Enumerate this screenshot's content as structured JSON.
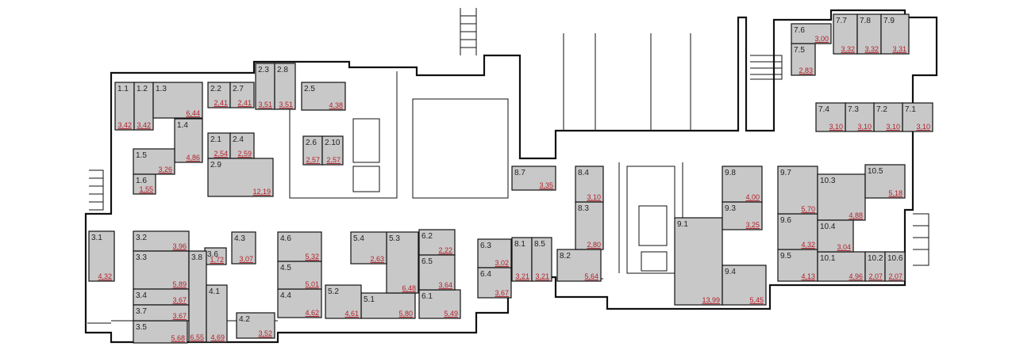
{
  "colors": {
    "room_fill": "#c8c8c8",
    "wall": "#111111",
    "area_text": "#b3202a",
    "label_text": "#222222"
  },
  "rooms": [
    {
      "id": "1.1",
      "area": "3,42"
    },
    {
      "id": "1.2",
      "area": "3,42"
    },
    {
      "id": "1.3",
      "area": "6,44"
    },
    {
      "id": "1.4",
      "area": "4,86"
    },
    {
      "id": "1.5",
      "area": "3,26"
    },
    {
      "id": "1.6",
      "area": "1,55"
    },
    {
      "id": "2.1",
      "area": "2,54"
    },
    {
      "id": "2.2",
      "area": "2,41"
    },
    {
      "id": "2.3",
      "area": "3,51"
    },
    {
      "id": "2.4",
      "area": "2,59"
    },
    {
      "id": "2.5",
      "area": "4,38"
    },
    {
      "id": "2.6",
      "area": "2,57"
    },
    {
      "id": "2.7",
      "area": "2,41"
    },
    {
      "id": "2.8",
      "area": "3,51"
    },
    {
      "id": "2.9",
      "area": "12,19"
    },
    {
      "id": "2.10",
      "area": "2,57"
    },
    {
      "id": "3.1",
      "area": "4,32"
    },
    {
      "id": "3.2",
      "area": "3,96"
    },
    {
      "id": "3.3",
      "area": "5,89"
    },
    {
      "id": "3.4",
      "area": "3,67"
    },
    {
      "id": "3.5",
      "area": "5,68"
    },
    {
      "id": "3.6",
      "area": "1,72"
    },
    {
      "id": "3.7",
      "area": "3,67"
    },
    {
      "id": "3.8",
      "area": "6,55"
    },
    {
      "id": "4.1",
      "area": "4,69"
    },
    {
      "id": "4.2",
      "area": "3,52"
    },
    {
      "id": "4.3",
      "area": "3,07"
    },
    {
      "id": "4.4",
      "area": "4,62"
    },
    {
      "id": "4.5",
      "area": "5,01"
    },
    {
      "id": "4.6",
      "area": "5,32"
    },
    {
      "id": "5.1",
      "area": "5,80"
    },
    {
      "id": "5.2",
      "area": "4,61"
    },
    {
      "id": "5.3",
      "area": "6,48"
    },
    {
      "id": "5.4",
      "area": "2,63"
    },
    {
      "id": "6.1",
      "area": "5,49"
    },
    {
      "id": "6.2",
      "area": "2,22"
    },
    {
      "id": "6.3",
      "area": "3,02"
    },
    {
      "id": "6.4",
      "area": "3,67"
    },
    {
      "id": "6.5",
      "area": "3,64"
    },
    {
      "id": "7.1",
      "area": "3,10"
    },
    {
      "id": "7.2",
      "area": "3,10"
    },
    {
      "id": "7.3",
      "area": "3,10"
    },
    {
      "id": "7.4",
      "area": "3,10"
    },
    {
      "id": "7.5",
      "area": "2,83"
    },
    {
      "id": "7.6",
      "area": "3,00"
    },
    {
      "id": "7.7",
      "area": "3,32"
    },
    {
      "id": "7.8",
      "area": "3,32"
    },
    {
      "id": "7.9",
      "area": "3,31"
    },
    {
      "id": "8.1",
      "area": "3,21"
    },
    {
      "id": "8.2",
      "area": "5,64"
    },
    {
      "id": "8.3",
      "area": "2,80"
    },
    {
      "id": "8.4",
      "area": "3,10"
    },
    {
      "id": "8.5",
      "area": "3,21"
    },
    {
      "id": "8.7",
      "area": "3,35"
    },
    {
      "id": "9.1",
      "area": "13,99"
    },
    {
      "id": "9.3",
      "area": "3,25"
    },
    {
      "id": "9.4",
      "area": "5,45"
    },
    {
      "id": "9.5",
      "area": "4,13"
    },
    {
      "id": "9.6",
      "area": "4,32"
    },
    {
      "id": "9.7",
      "area": "5,70"
    },
    {
      "id": "9.8",
      "area": "4,00"
    },
    {
      "id": "10.1",
      "area": "4,96"
    },
    {
      "id": "10.2",
      "area": "2,07"
    },
    {
      "id": "10.3",
      "area": "4,88"
    },
    {
      "id": "10.4",
      "area": "3,04"
    },
    {
      "id": "10.5",
      "area": "5,18"
    },
    {
      "id": "10.6",
      "area": "2,07"
    }
  ]
}
